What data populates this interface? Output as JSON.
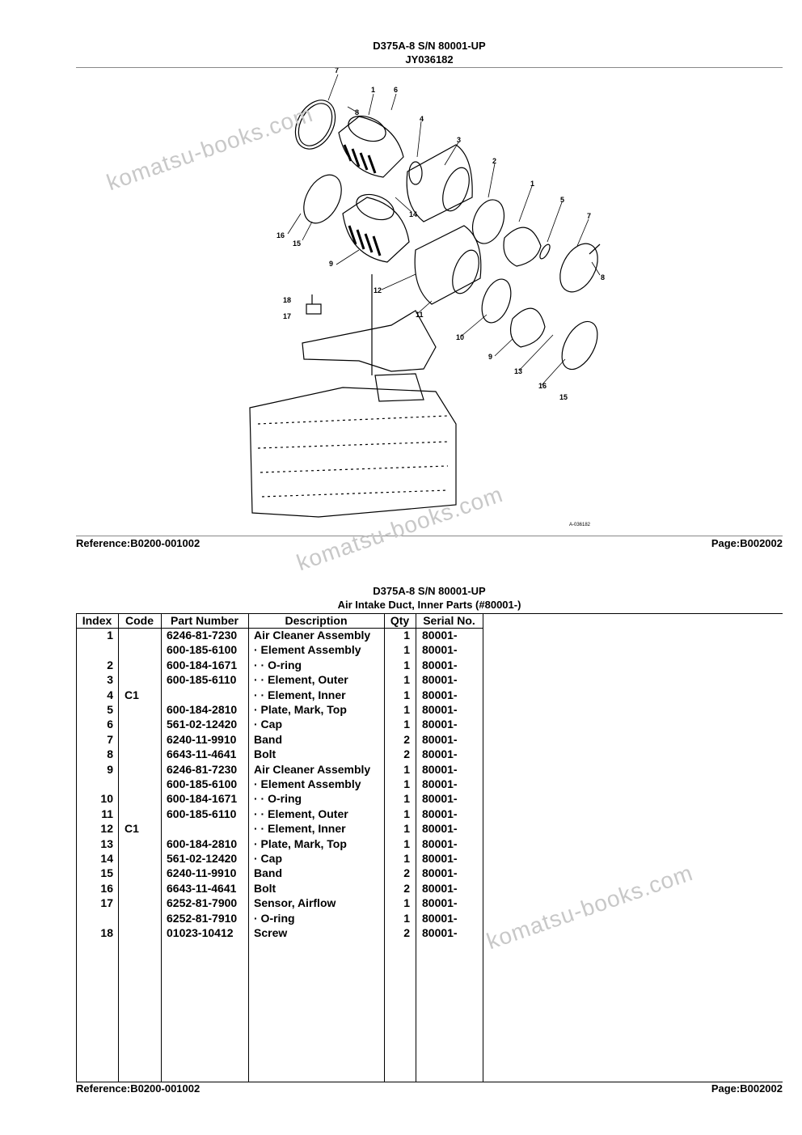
{
  "top": {
    "model": "D375A-8 S/N 80001-UP",
    "code": "JY036182",
    "reference": "Reference:B0200-001002",
    "page": "Page:B002002"
  },
  "diagram": {
    "callouts": [
      "7",
      "1",
      "6",
      "8",
      "4",
      "3",
      "2",
      "1",
      "5",
      "7",
      "8",
      "14",
      "16",
      "15",
      "9",
      "12",
      "11",
      "18",
      "17",
      "10",
      "9",
      "13",
      "16",
      "15"
    ],
    "small_mark": "A-036182"
  },
  "watermark": {
    "text": "komatsu-books.com"
  },
  "parts": {
    "model": "D375A-8 S/N 80001-UP",
    "title": "Air Intake Duct, Inner Parts (#80001-)",
    "headers": [
      "Index",
      "Code",
      "Part Number",
      "Description",
      "Qty",
      "Serial No."
    ],
    "rows": [
      {
        "index": "1",
        "code": "",
        "pn": "6246-81-7230",
        "desc": "Air Cleaner Assembly",
        "qty": "1",
        "serial": "80001-"
      },
      {
        "index": "",
        "code": "",
        "pn": "600-185-6100",
        "desc": "·  Element Assembly",
        "qty": "1",
        "serial": "80001-"
      },
      {
        "index": "2",
        "code": "",
        "pn": "600-184-1671",
        "desc": "·  ·  O-ring",
        "qty": "1",
        "serial": "80001-"
      },
      {
        "index": "3",
        "code": "",
        "pn": "600-185-6110",
        "desc": "·  ·  Element, Outer",
        "qty": "1",
        "serial": "80001-"
      },
      {
        "index": "4",
        "code": "C1",
        "pn": "",
        "desc": "·  ·  Element, Inner",
        "qty": "1",
        "serial": "80001-"
      },
      {
        "index": "5",
        "code": "",
        "pn": "600-184-2810",
        "desc": "·  Plate, Mark, Top",
        "qty": "1",
        "serial": "80001-"
      },
      {
        "index": "6",
        "code": "",
        "pn": "561-02-12420",
        "desc": "·  Cap",
        "qty": "1",
        "serial": "80001-"
      },
      {
        "index": "7",
        "code": "",
        "pn": "6240-11-9910",
        "desc": "Band",
        "qty": "2",
        "serial": "80001-"
      },
      {
        "index": "8",
        "code": "",
        "pn": "6643-11-4641",
        "desc": "Bolt",
        "qty": "2",
        "serial": "80001-"
      },
      {
        "index": "9",
        "code": "",
        "pn": "6246-81-7230",
        "desc": "Air Cleaner Assembly",
        "qty": "1",
        "serial": "80001-"
      },
      {
        "index": "",
        "code": "",
        "pn": "600-185-6100",
        "desc": "·  Element Assembly",
        "qty": "1",
        "serial": "80001-"
      },
      {
        "index": "10",
        "code": "",
        "pn": "600-184-1671",
        "desc": "·  ·  O-ring",
        "qty": "1",
        "serial": "80001-"
      },
      {
        "index": "11",
        "code": "",
        "pn": "600-185-6110",
        "desc": "·  ·  Element, Outer",
        "qty": "1",
        "serial": "80001-"
      },
      {
        "index": "12",
        "code": "C1",
        "pn": "",
        "desc": "·  ·  Element, Inner",
        "qty": "1",
        "serial": "80001-"
      },
      {
        "index": "13",
        "code": "",
        "pn": "600-184-2810",
        "desc": "·  Plate, Mark, Top",
        "qty": "1",
        "serial": "80001-"
      },
      {
        "index": "14",
        "code": "",
        "pn": "561-02-12420",
        "desc": "·  Cap",
        "qty": "1",
        "serial": "80001-"
      },
      {
        "index": "15",
        "code": "",
        "pn": "6240-11-9910",
        "desc": "Band",
        "qty": "2",
        "serial": "80001-"
      },
      {
        "index": "16",
        "code": "",
        "pn": "6643-11-4641",
        "desc": "Bolt",
        "qty": "2",
        "serial": "80001-"
      },
      {
        "index": "17",
        "code": "",
        "pn": "6252-81-7900",
        "desc": "Sensor, Airflow",
        "qty": "1",
        "serial": "80001-"
      },
      {
        "index": "",
        "code": "",
        "pn": "6252-81-7910",
        "desc": "·  O-ring",
        "qty": "1",
        "serial": "80001-"
      },
      {
        "index": "18",
        "code": "",
        "pn": "01023-10412",
        "desc": "Screw",
        "qty": "2",
        "serial": "80001-"
      }
    ],
    "reference": "Reference:B0200-001002",
    "page": "Page:B002002"
  }
}
